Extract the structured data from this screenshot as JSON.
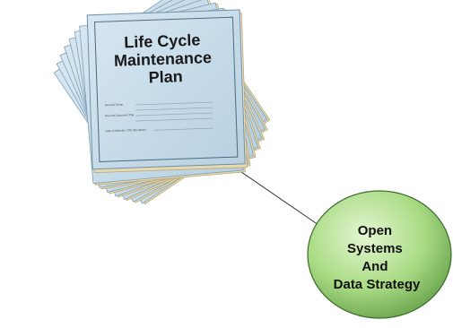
{
  "document": {
    "title_lines": [
      "Life Cycle",
      "Maintenance",
      "Plan"
    ],
    "form_labels": [
      "Records Group",
      "Records Document Title",
      "Date of Maturity / CRL Operations"
    ]
  },
  "node": {
    "label_lines": [
      "Open",
      "Systems",
      "And",
      "Data Strategy"
    ]
  },
  "colors": {
    "cover": "#c6dcea",
    "cover_edge": "#8fb0c6",
    "node_fill": "#9fd37a",
    "node_stroke": "#3c6b2b",
    "connector": "#333333"
  }
}
